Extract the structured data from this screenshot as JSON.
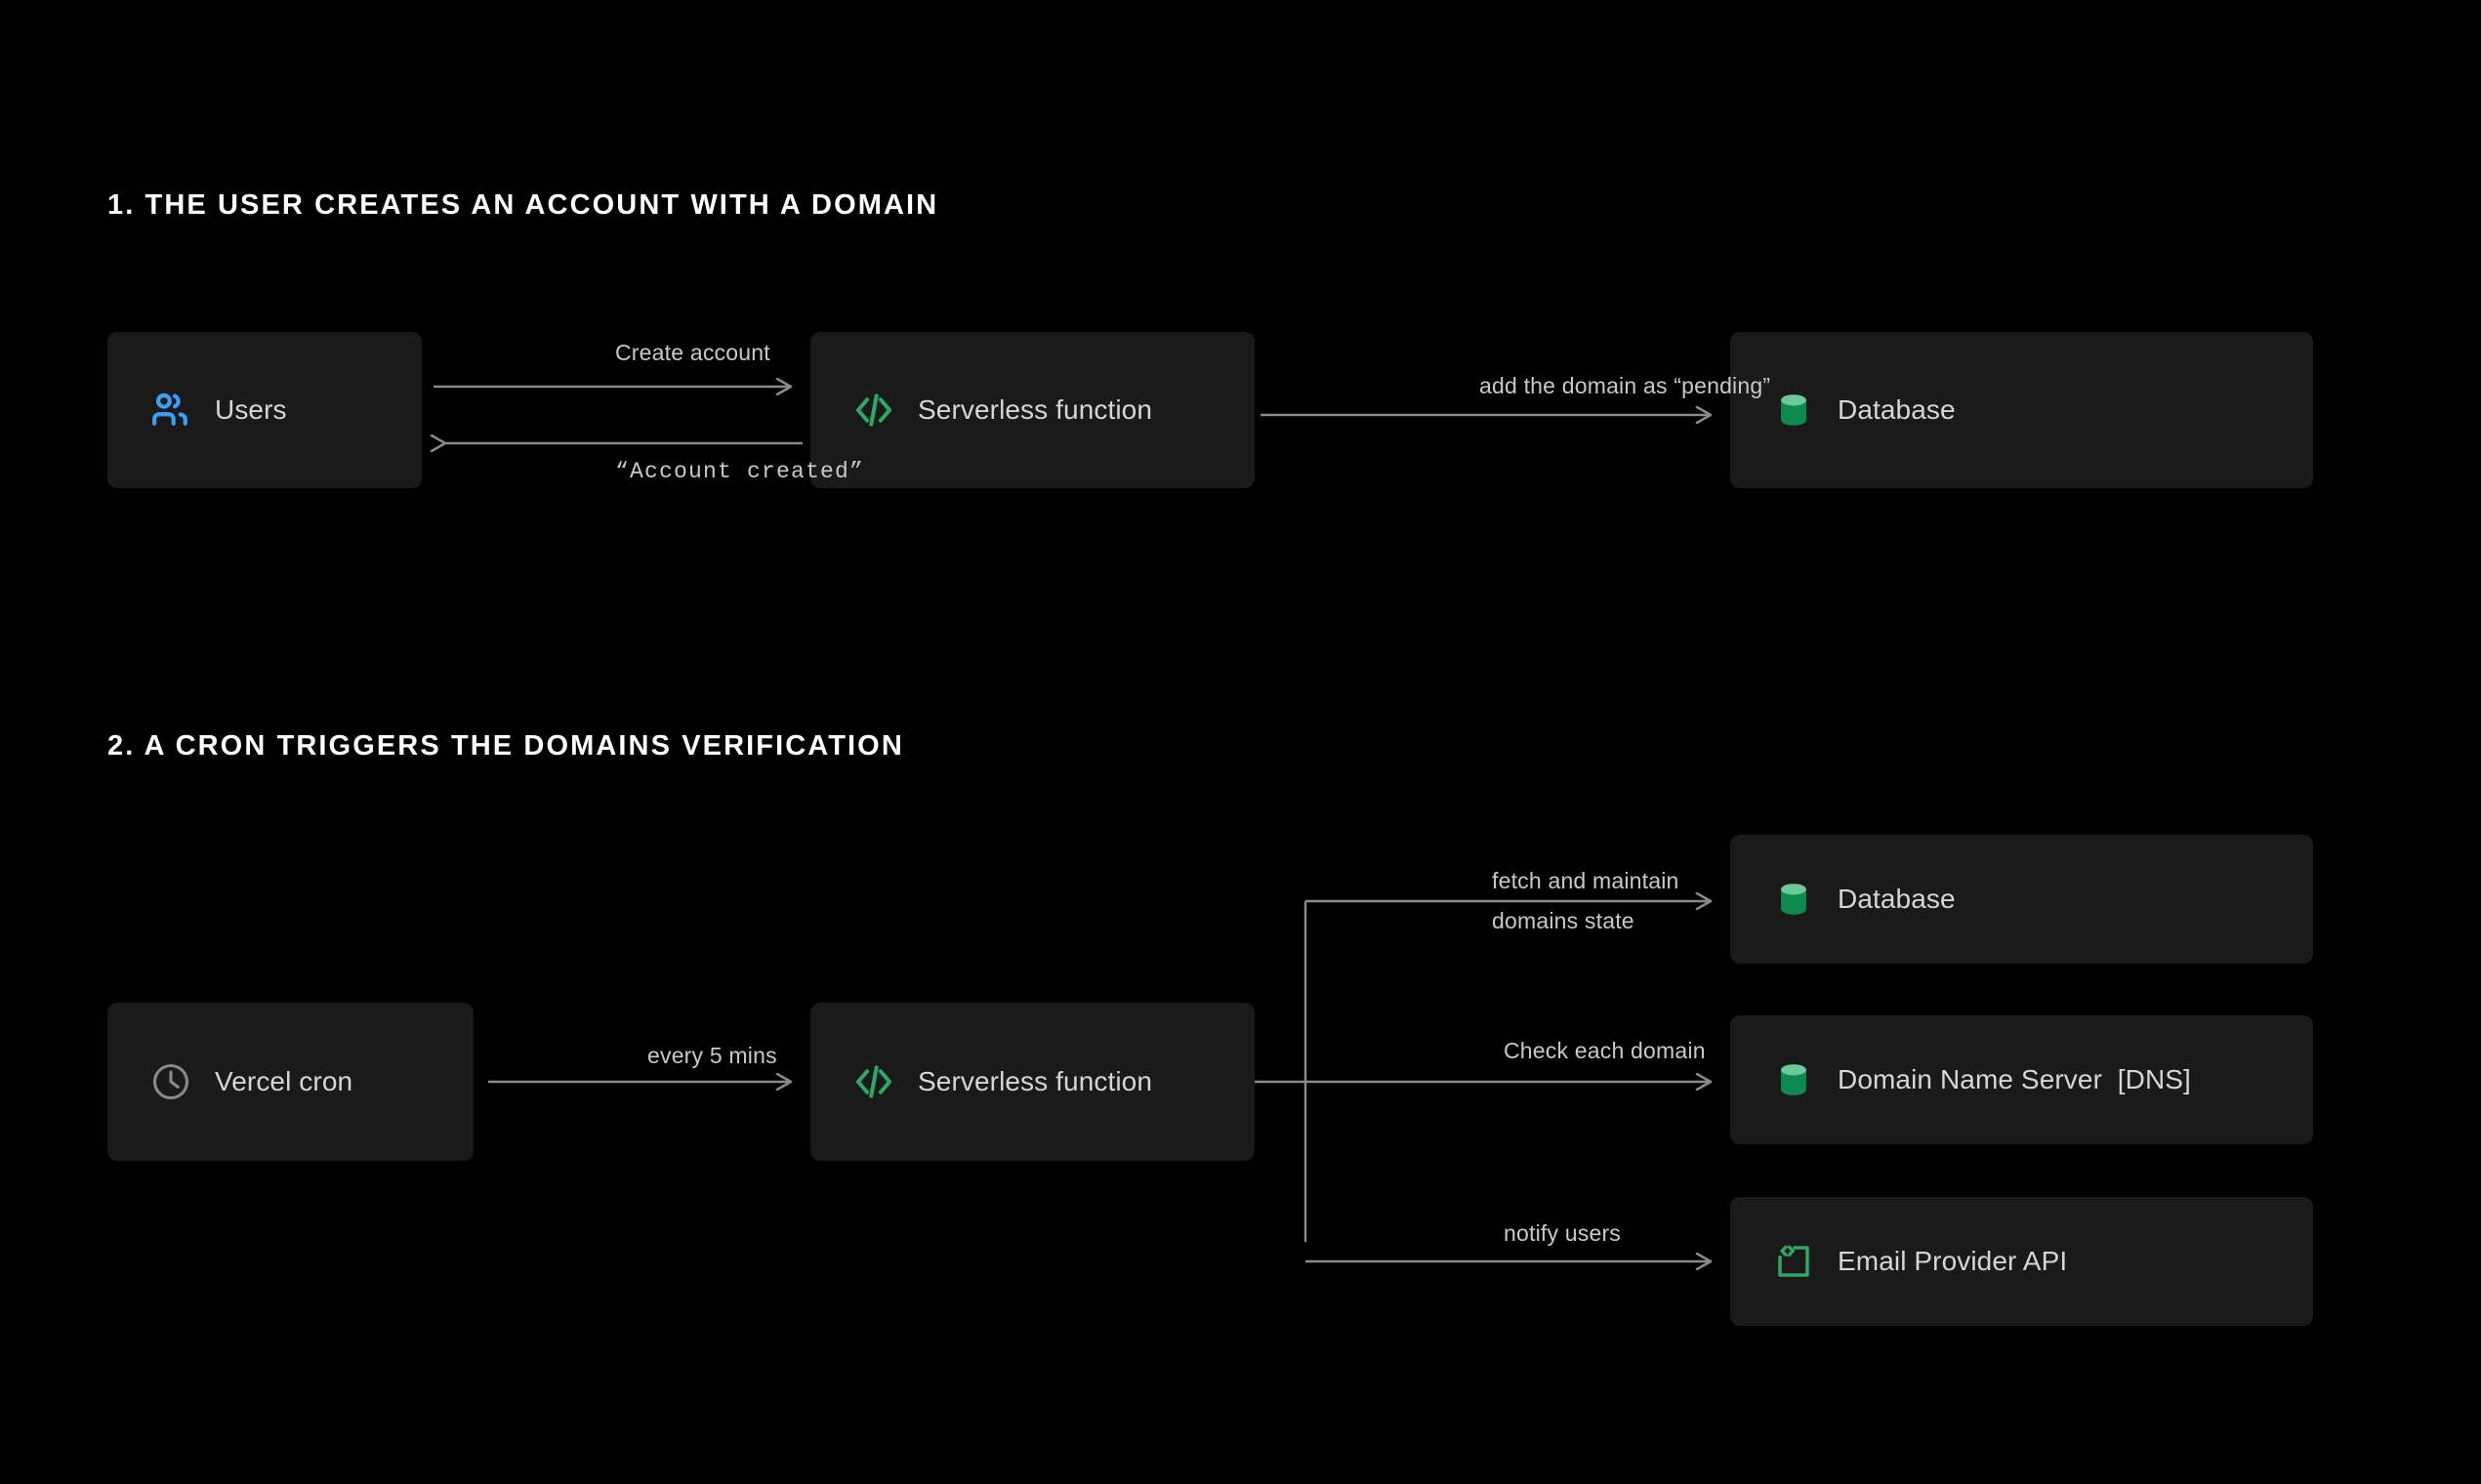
{
  "page": {
    "background_color": "#000000",
    "title": "Domain verification architecture flow"
  },
  "palette": {
    "box_fill": "#1a1a1a",
    "text_primary": "#ffffff",
    "text_node": "#d6d6d6",
    "text_label": "#c9c9c9",
    "wire": "#8a8a8a",
    "icon_blue": "#3a9ff5",
    "icon_green": "#2ea865",
    "db_top_green": "#6ec99a",
    "db_body_green": "#0e8a4f",
    "icon_gray": "#8a8a8a"
  },
  "sections": [
    {
      "id": "section-1",
      "heading": "1.  THE USER CREATES AN ACCOUNT WITH A DOMAIN",
      "nodes": [
        {
          "id": "users",
          "label": "Users",
          "icon": "users-icon"
        },
        {
          "id": "serverless-1",
          "label": "Serverless function",
          "icon": "code-brackets-icon"
        },
        {
          "id": "database-1",
          "label": "Database",
          "icon": "database-cylinder-icon"
        }
      ],
      "connectors": [
        {
          "id": "create-account",
          "label": "Create account",
          "from": "users",
          "to": "serverless-1",
          "direction": "right",
          "style": "sans"
        },
        {
          "id": "account-created",
          "label": "“Account created”",
          "from": "serverless-1",
          "to": "users",
          "direction": "left",
          "style": "mono"
        },
        {
          "id": "add-domain",
          "label": "add the domain as “pending”",
          "from": "serverless-1",
          "to": "database-1",
          "direction": "right",
          "style": "sans"
        }
      ]
    },
    {
      "id": "section-2",
      "heading": "2.  A CRON TRIGGERS THE DOMAINS VERIFICATION",
      "nodes": [
        {
          "id": "vercel-cron",
          "label": "Vercel cron",
          "icon": "clock-icon"
        },
        {
          "id": "serverless-2",
          "label": "Serverless function",
          "icon": "code-brackets-icon"
        },
        {
          "id": "database-2",
          "label": "Database",
          "icon": "database-cylinder-icon"
        },
        {
          "id": "dns",
          "label": "Domain Name Server  [DNS]",
          "icon": "database-cylinder-icon"
        },
        {
          "id": "email-api",
          "label": "Email Provider API",
          "icon": "code-window-icon"
        }
      ],
      "connectors": [
        {
          "id": "every-5-mins",
          "label": "every 5 mins",
          "from": "vercel-cron",
          "to": "serverless-2",
          "direction": "right",
          "style": "sans"
        },
        {
          "id": "fetch-state",
          "label_line_1": "fetch and maintain",
          "label_line_2": "domains state",
          "from": "serverless-2",
          "to": "database-2",
          "direction": "right",
          "style": "sans"
        },
        {
          "id": "check-domain",
          "label": "Check each domain",
          "from": "serverless-2",
          "to": "dns",
          "direction": "right",
          "style": "sans"
        },
        {
          "id": "notify-users",
          "label": "notify users",
          "from": "serverless-2",
          "to": "email-api",
          "direction": "right",
          "style": "sans"
        }
      ]
    }
  ]
}
